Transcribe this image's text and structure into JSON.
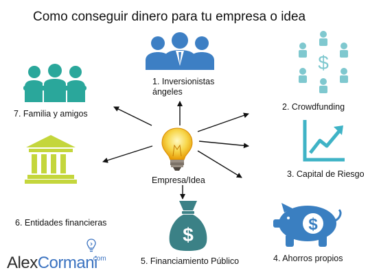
{
  "title": "Como conseguir dinero para tu empresa o idea",
  "center": {
    "label": "Empresa/Idea"
  },
  "options": [
    {
      "label_line1": "1. Inversionistas",
      "label_line2": "ángeles",
      "icon": "investors-group-icon"
    },
    {
      "label": "2. Crowdfunding",
      "icon": "crowdfunding-network-icon"
    },
    {
      "label": "3. Capital de Riesgo",
      "icon": "growth-chart-icon"
    },
    {
      "label": "4. Ahorros propios",
      "icon": "piggy-bank-icon"
    },
    {
      "label": "5. Financiamiento Público",
      "icon": "money-bag-icon"
    },
    {
      "label": "6. Entidades financieras",
      "icon": "bank-building-icon"
    },
    {
      "label": "7. Familia y amigos",
      "icon": "family-group-icon"
    }
  ],
  "brand": {
    "part1": "Alex",
    "part2": "Cormani",
    "suffix": ".com"
  },
  "colors": {
    "investors": "#3d7fc4",
    "crowdfunding": "#7fc8cf",
    "venture": "#3fb3c6",
    "savings": "#3a7fc1",
    "public": "#3b8186",
    "bank": "#c4d63c",
    "family": "#2aa79b",
    "bulb": "#f2b705",
    "arrow": "#111111"
  }
}
